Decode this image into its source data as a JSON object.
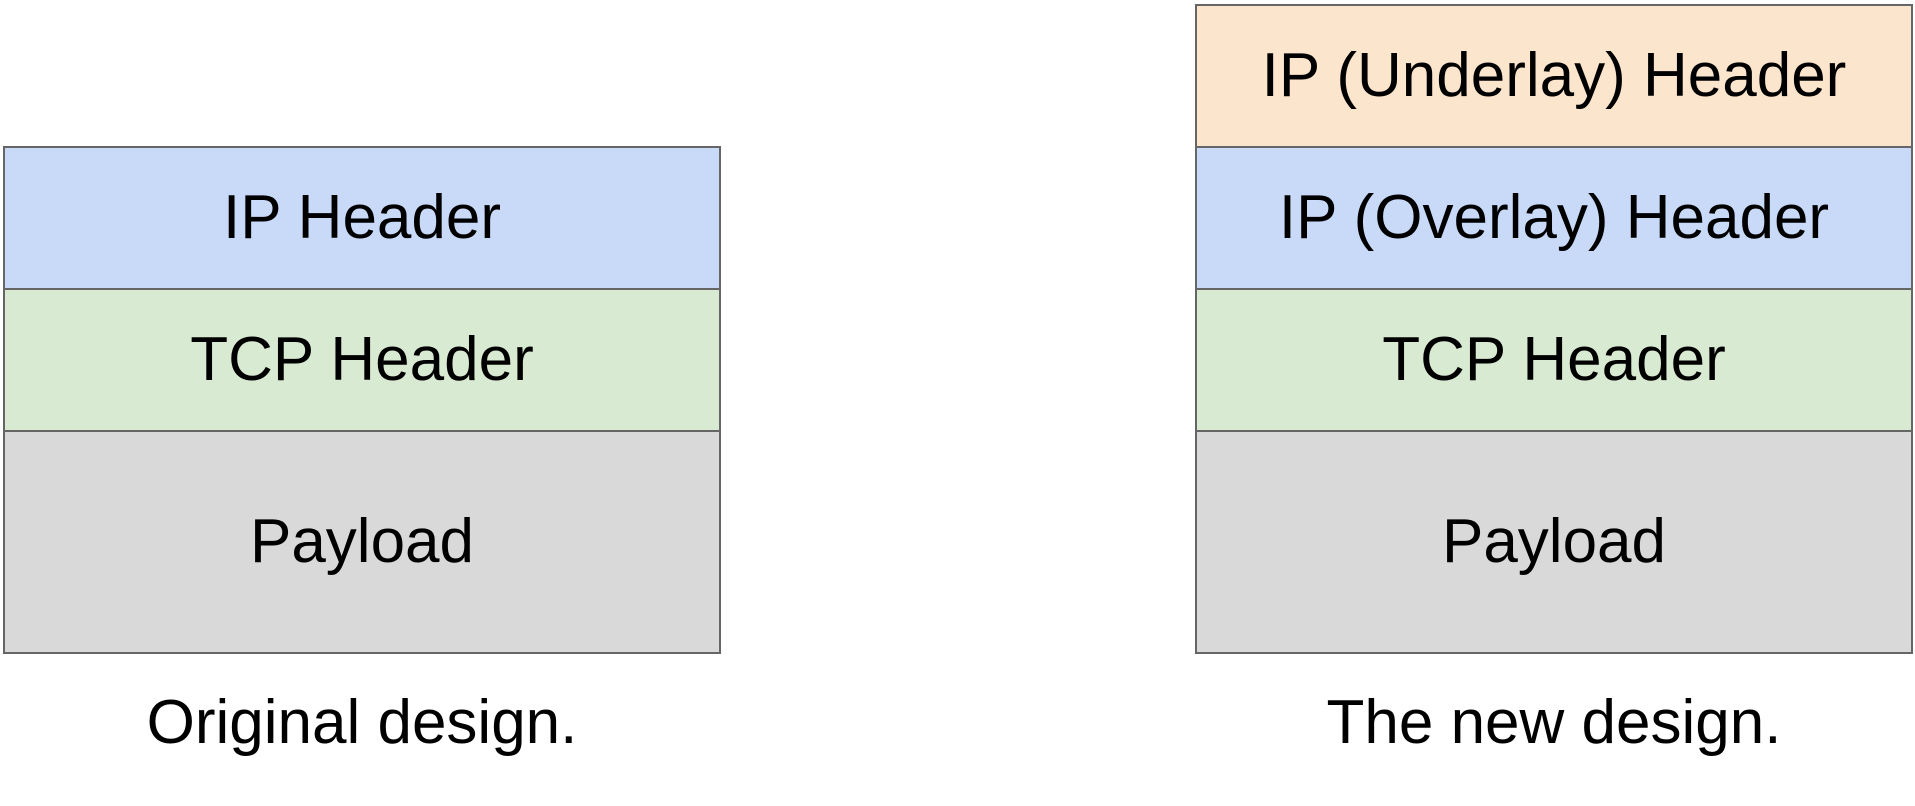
{
  "colors": {
    "ip_header": "#c9daf8",
    "ip_underlay_header": "#fce5cd",
    "tcp_header": "#d9ead3",
    "payload": "#d9d9d9",
    "border": "#666666"
  },
  "original": {
    "layers": [
      {
        "label": "IP Header",
        "kind": "ip_header"
      },
      {
        "label": "TCP Header",
        "kind": "tcp_header"
      },
      {
        "label": "Payload",
        "kind": "payload"
      }
    ],
    "caption": "Original design."
  },
  "new_design": {
    "layers": [
      {
        "label": "IP (Underlay) Header",
        "kind": "ip_underlay_header"
      },
      {
        "label": "IP (Overlay) Header",
        "kind": "ip_header"
      },
      {
        "label": "TCP Header",
        "kind": "tcp_header"
      },
      {
        "label": "Payload",
        "kind": "payload"
      }
    ],
    "caption": "The new design."
  }
}
